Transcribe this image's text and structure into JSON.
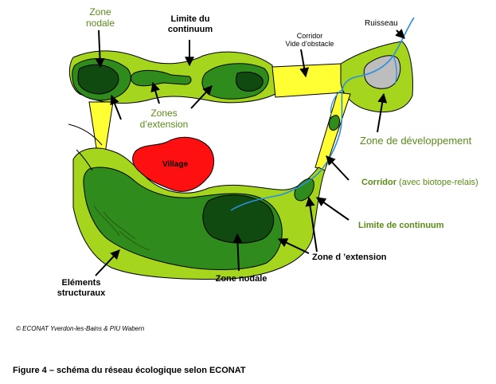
{
  "labels": {
    "zone_nodale_top": "Zone\nnodale",
    "limite_continuum_top": "Limite du\ncontinuum",
    "corridor_vide": "Corridor\nVide d’obstacle",
    "ruisseau": "Ruisseau",
    "zones_extension": "Zones\nd’extension",
    "zone_developpement": "Zone de développement",
    "village": "Village",
    "corridor_biotope_main": "Corridor",
    "corridor_biotope_sub": " (avec biotope-relais)",
    "limite_continuum_right": "Limite de continuum",
    "zone_extension_bottom": "Zone d ’extension",
    "zone_nodale_bottom": "Zone nodale",
    "elements_structuraux": "Eléments\nstructuraux"
  },
  "copyright": "© ECONAT Yverdon-les-Bains  &   PIU Wabern",
  "caption": "Figure 4 – schéma du réseau écologique selon ECONAT",
  "colors": {
    "light_green": "#a5d51c",
    "mid_green": "#2e8b1c",
    "dark_green": "#104a10",
    "yellow": "#ffff33",
    "red": "#ff1010",
    "grey": "#bdbdbd",
    "stream": "#2a8fe0",
    "label_green": "#5a8a1a"
  }
}
